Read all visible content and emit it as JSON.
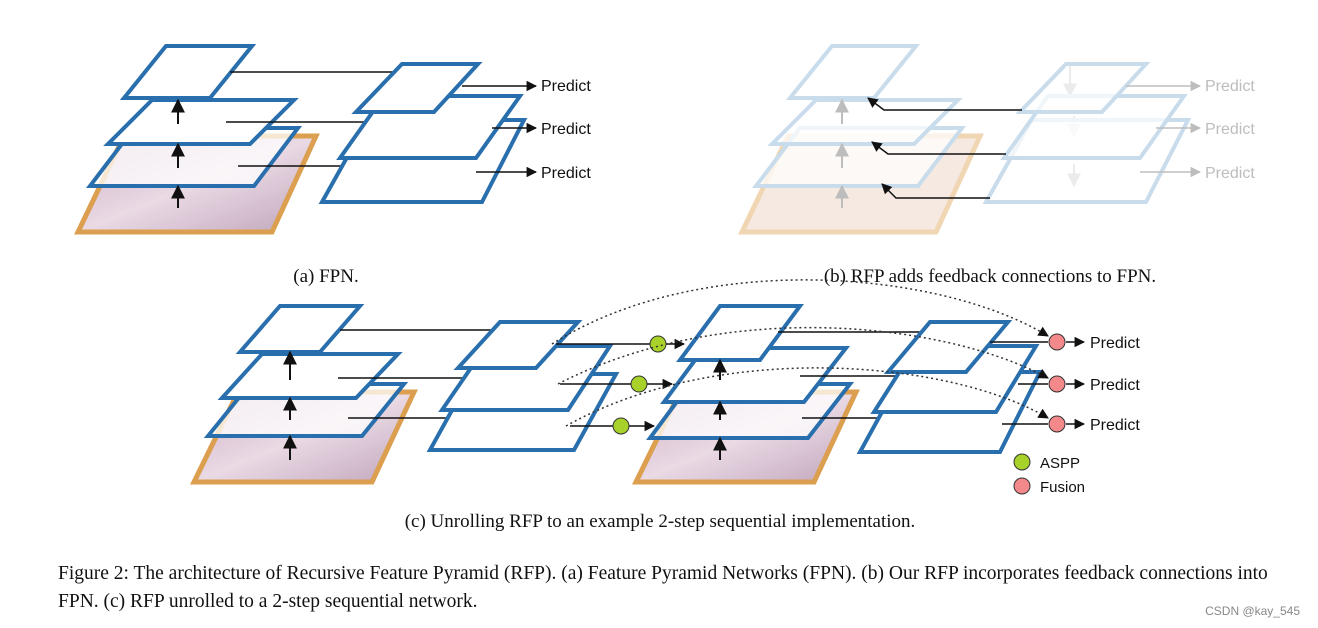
{
  "panels": {
    "a": {
      "caption": "(a) FPN.",
      "outputs": [
        "Predict",
        "Predict",
        "Predict"
      ]
    },
    "b": {
      "caption": "(b) RFP adds feedback connections to FPN.",
      "outputs": [
        "Predict",
        "Predict",
        "Predict"
      ]
    },
    "c": {
      "caption": "(c) Unrolling RFP to an example 2-step sequential implementation.",
      "outputs": [
        "Predict",
        "Predict",
        "Predict"
      ]
    }
  },
  "legend": {
    "items": [
      {
        "label": "ASPP",
        "color": "#a8d12a"
      },
      {
        "label": "Fusion",
        "color": "#f4898c"
      }
    ]
  },
  "figure_caption": "Figure 2: The architecture of Recursive Feature Pyramid (RFP). (a) Feature Pyramid Networks (FPN). (b) Our RFP incorporates feedback connections into FPN. (c) RFP unrolled to a 2-step sequential network.",
  "watermark": "CSDN @kay_545",
  "colors": {
    "layer_stroke": "#2a6fad",
    "faded_stroke": "#c9dcec",
    "image_border": "#d9953c",
    "arrow": "#111111"
  }
}
